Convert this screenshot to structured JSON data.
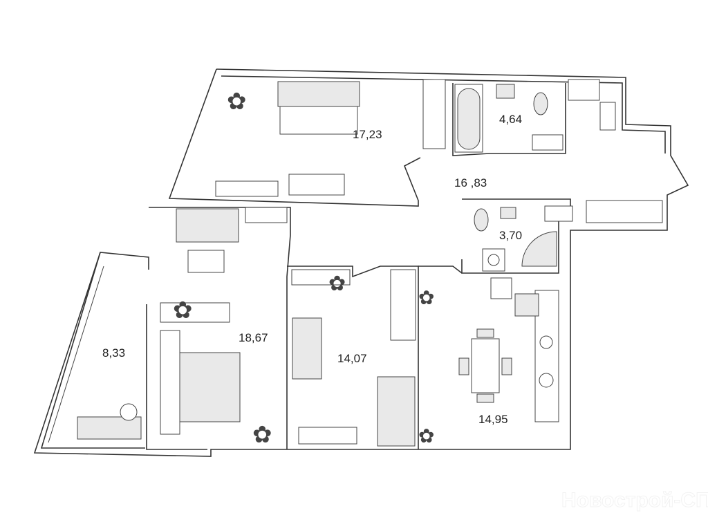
{
  "plan": {
    "rooms": [
      {
        "name": "living-room",
        "area": "17,23"
      },
      {
        "name": "bathroom",
        "area": "4,64"
      },
      {
        "name": "hallway",
        "area": "16 ,83"
      },
      {
        "name": "toilet-room",
        "area": "3,70"
      },
      {
        "name": "bedroom",
        "area": "18,67"
      },
      {
        "name": "children-room",
        "area": "14,07"
      },
      {
        "name": "balcony",
        "area": "8,33"
      },
      {
        "name": "kitchen",
        "area": "14,95"
      }
    ]
  },
  "watermark": "Новострой-СПб",
  "colors": {
    "wall": "#333333",
    "furniture": "#e9e9e9"
  }
}
